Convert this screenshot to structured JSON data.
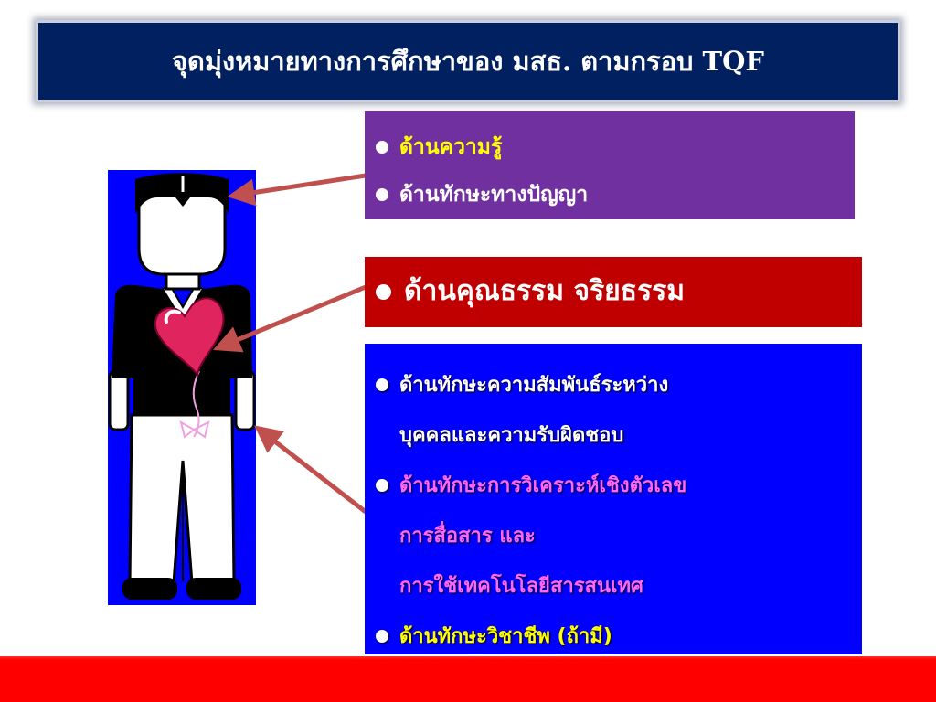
{
  "slide": {
    "title": "จุดมุ่งหมายทางการศึกษาของ มสธ. ตามกรอบ TQF"
  },
  "colors": {
    "title_bg": "#002060",
    "box_purple": "#7030a0",
    "box_red": "#c00000",
    "box_blue": "#0000ff",
    "figure_bg": "#0000ff",
    "arrow": "#c0504d",
    "heart": "#e0245e",
    "footer": "#ff0000",
    "text_yellow": "#ffff00",
    "text_white": "#ffffff",
    "text_pink": "#ff66ff"
  },
  "purple_box": {
    "items": [
      {
        "text": "ด้านความรู้",
        "color": "#ffff00"
      },
      {
        "text": "ด้านทักษะทางปัญญา",
        "color": "#ffffff"
      }
    ]
  },
  "red_box": {
    "items": [
      {
        "text": "ด้านคุณธรรม จริยธรรม",
        "color": "#ffffff"
      }
    ]
  },
  "blue_box": {
    "items": [
      {
        "lines": [
          "ด้านทักษะความสัมพันธ์ระหว่าง",
          "บุคคลและความรับผิดชอบ"
        ],
        "color": "#ffffff"
      },
      {
        "lines": [
          "ด้านทักษะการวิเคราะห์เชิงตัวเลข",
          "การสื่อสาร และ",
          "การใช้เทคโนโลยีสารสนเทศ"
        ],
        "color": "#ff66ff"
      },
      {
        "lines": [
          "ด้านทักษะวิชาชีพ (ถ้ามี)"
        ],
        "color": "#ffff00"
      }
    ]
  },
  "icons": {
    "figure": "person-with-heart-icon",
    "heart": "heart-balloon-icon",
    "bullet": "round-bullet-icon"
  }
}
